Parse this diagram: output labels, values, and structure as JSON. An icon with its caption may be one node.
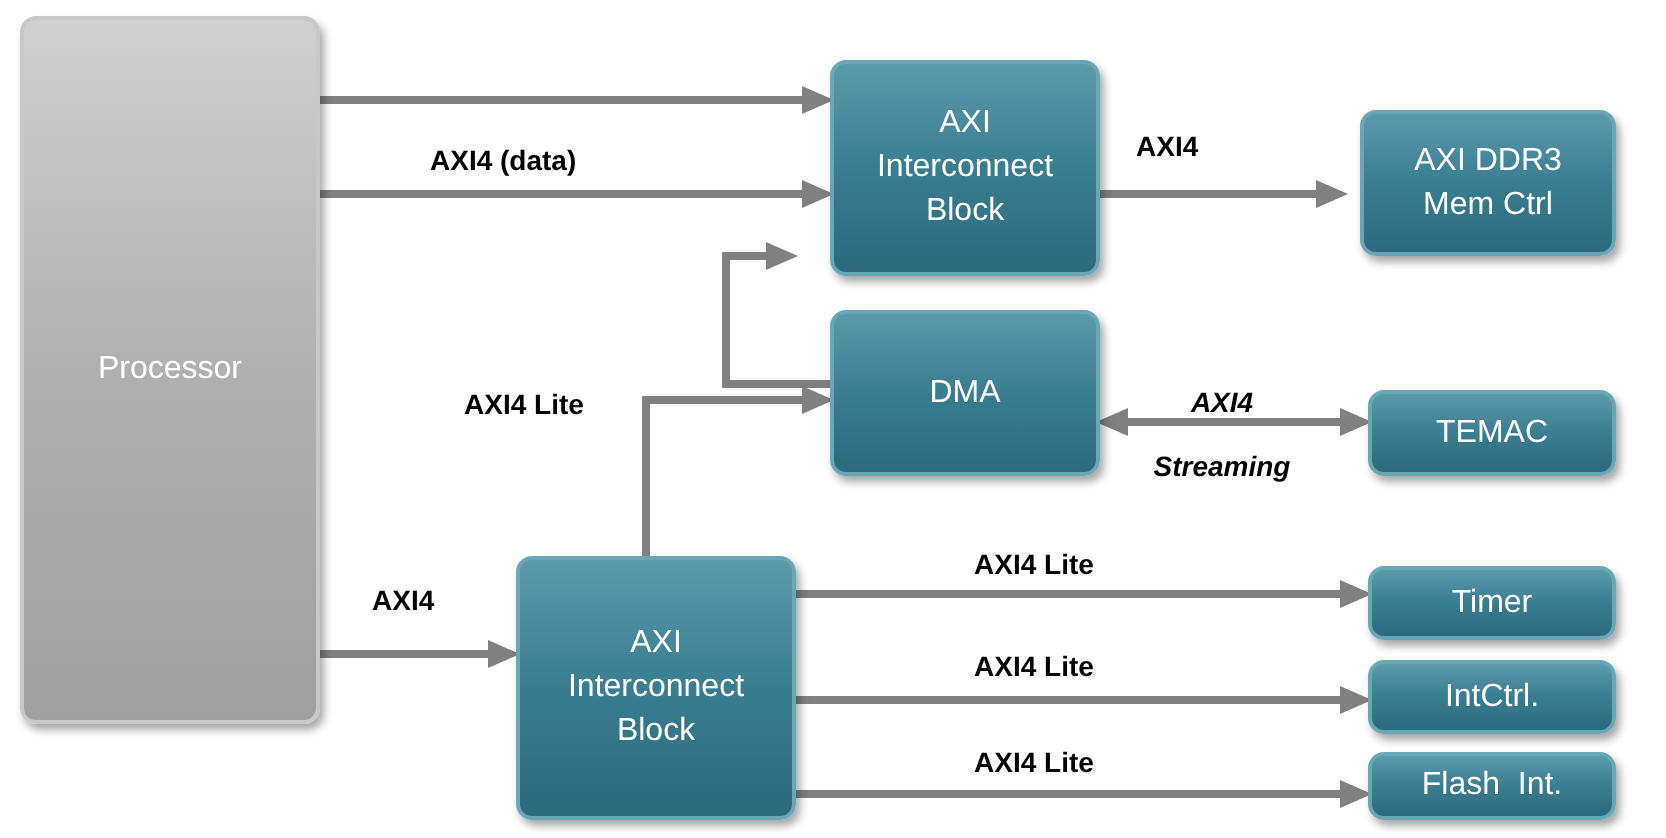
{
  "diagram": {
    "nodes": [
      {
        "text": [
          "Processor"
        ]
      },
      {
        "text": [
          "AXI Interconnect Block"
        ]
      },
      {
        "text": [
          "AXI DDR3 Mem Ctrl"
        ]
      },
      {
        "text": [
          "DMA"
        ]
      },
      {
        "text": [
          "TEMAC"
        ]
      },
      {
        "text": [
          "AXI Interconnect Block"
        ]
      },
      {
        "text": [
          "Timer"
        ]
      },
      {
        "text": [
          "IntCtrl."
        ]
      },
      {
        "text": [
          "Flash  Int."
        ]
      }
    ],
    "edges": [
      {
        "from": 0,
        "to": 1,
        "arrow": "to"
      },
      {
        "from": 0,
        "to": 1,
        "arrow": "to",
        "label": "AXI4 (data)"
      },
      {
        "from": 1,
        "to": 2,
        "arrow": "to",
        "label": "AXI4"
      },
      {
        "from": 3,
        "to": 1,
        "arrow": "to"
      },
      {
        "from": 5,
        "to": 3,
        "arrow": "to",
        "label": "AXI4 Lite"
      },
      {
        "from": 3,
        "to": 4,
        "arrow": "both",
        "label": "AXI4 Streaming"
      },
      {
        "from": 0,
        "to": 5,
        "arrow": "to",
        "label": "AXI4"
      },
      {
        "from": 5,
        "to": 6,
        "arrow": "to",
        "label": "AXI4 Lite"
      },
      {
        "from": 5,
        "to": 7,
        "arrow": "to",
        "label": "AXI4 Lite"
      },
      {
        "from": 5,
        "to": 8,
        "arrow": "to",
        "label": "AXI4 Lite"
      }
    ]
  }
}
